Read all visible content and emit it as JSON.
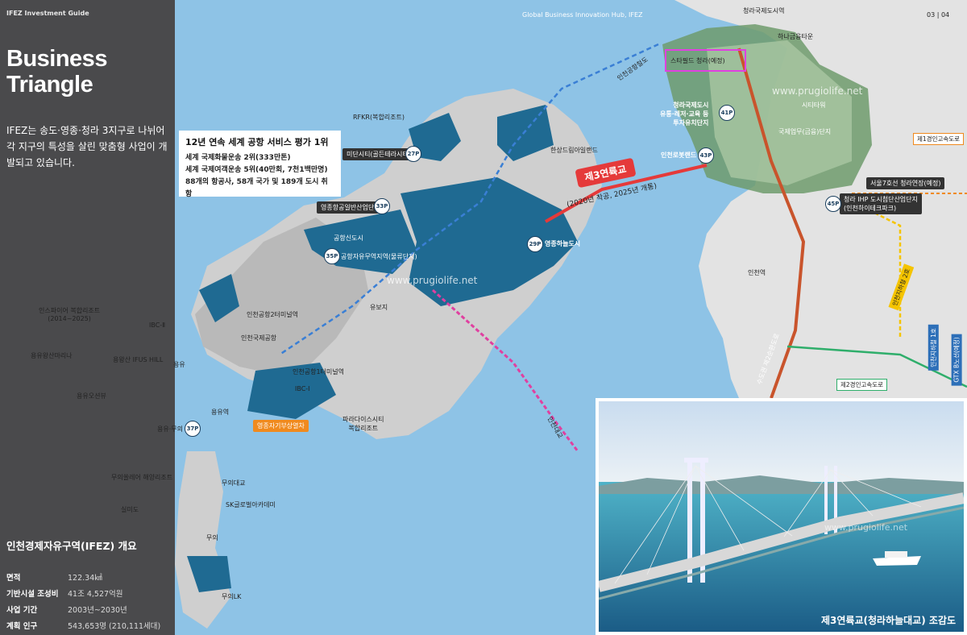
{
  "sidebar": {
    "guide_label": "IFEZ Investment Guide",
    "title_line1": "Business",
    "title_line2": "Triangle",
    "description": "IFEZ는 송도·영종·청라 3지구로 나뉘어 각 지구의 특성을 살린 맞춤형 사업이 개발되고 있습니다.",
    "overview_title": "인천경제자유구역(IFEZ) 개요",
    "stats": [
      {
        "label": "면적",
        "value": "122.34㎢"
      },
      {
        "label": "기반시설 조성비",
        "value": "41조 4,527억원"
      },
      {
        "label": "사업 기간",
        "value": "2003년~2030년"
      },
      {
        "label": "계획 인구",
        "value": "543,653명 (210,111세대)"
      }
    ]
  },
  "header": {
    "hub_label": "Global Business Innovation Hub, IFEZ",
    "page_numbers": "03 | 04"
  },
  "callout": {
    "heading": "12년 연속 세계 공항 서비스 평가 1위",
    "lines": [
      "세계 국제화물운송 2위(333만톤)",
      "세계 국제여객운송 5위(40만회, 7천1백만명)",
      "88개의 항공사, 58개 국가 및 189개 도시 취항"
    ]
  },
  "bridge": {
    "name": "제3연륙교",
    "schedule": "(2020년 착공, 2025년 개통)"
  },
  "inset": {
    "caption": "제3연륙교(청라하늘대교) 조감도"
  },
  "watermark": "www.prugiolife.net",
  "map_labels": {
    "cheongna_station": "청라국제도시역",
    "hana": "하나금융타운",
    "starfield": "스타필드 청라(예정)",
    "cheongna_city": "청라국제도시\n유통·레저·교육 등\n투자유치단지",
    "city_tower": "시티타워",
    "intl_business": "국제업무(금융)단지",
    "incheon_robot": "인천로봇랜드",
    "airport_railway": "인천공항철도",
    "expressway1": "제1경인고속도로",
    "seoul_line7": "서울7호선 청라연장(예정)",
    "ihp": "청라 IHP 도시첨단산업단지\n(인천하이테크파크)",
    "incheon_station": "인천역",
    "rfkr": "RFKR(복합리조트)",
    "midan": "미단시티(골든테라시티)",
    "hansang": "한상드림아일랜드",
    "yeongjong_aviation": "영종항공일반산업단지",
    "gonghang_sindosi": "공항신도시",
    "free_trade": "공항자유무역지역(물류단지)",
    "sky_city": "영종하늘도시",
    "terminal2": "인천공항2터미널역",
    "incheon_airport": "인천국제공항",
    "terminal1": "인천공항1터미널역",
    "yubogi": "유보지",
    "inspire": "인스파이어 복합리조트\n(2014~2025)",
    "ibc2": "IBC-Ⅱ",
    "ibc1": "IBC-Ⅰ",
    "yongyu_marina": "용유왕산마리나",
    "wangsan_ifus": "용왕산 IFUS HILL",
    "yongyu_ocean": "용유오션뷰",
    "yongyu": "용유",
    "yongyu_station": "용유역",
    "maglev": "영종자기부상열차",
    "paradise": "파라다이스시티\n복합리조트",
    "yongyu_muui": "용유·무의",
    "muui_ocean": "무의쏠레어 해양리조트",
    "silmido": "실미도",
    "muui_bridge": "무의대교",
    "sk_academy": "SK글로벌아카데미",
    "muui": "무의",
    "muui_lk": "무의LK",
    "incheon_bridge": "인천대교",
    "sudogwon": "수도권 제2순환도로",
    "expressway2": "제2경인고속도로",
    "incheon_line1": "인천지하철 1호",
    "gtx_b": "GTX B노선(예정)",
    "incheon_line2": "인천지하철 2호"
  },
  "page_markers": {
    "p27": "27P",
    "p33": "33P",
    "p35": "35P",
    "p29": "29P",
    "p37": "37P",
    "p41": "41P",
    "p43": "43P",
    "p45": "45P"
  },
  "colors": {
    "sea": "#8ec3e6",
    "sidebar": "#4a4a4c",
    "zone_blue": "#1f6a92",
    "cheongna_green": "#3f7a45",
    "bridge_red": "#e53a3a",
    "highlight": "#e040e0"
  }
}
